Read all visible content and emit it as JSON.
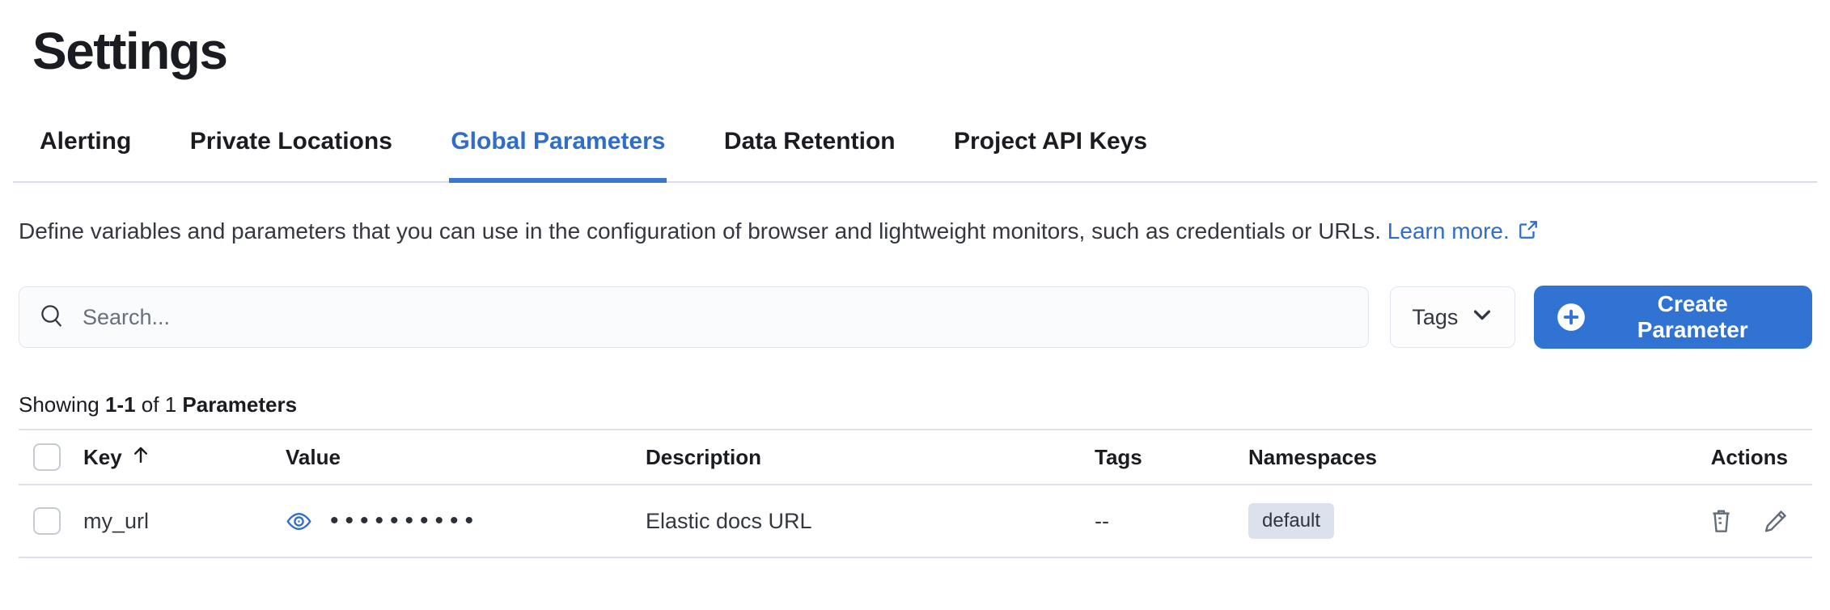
{
  "page_title": "Settings",
  "tabs": [
    {
      "label": "Alerting",
      "active": false
    },
    {
      "label": "Private Locations",
      "active": false
    },
    {
      "label": "Global Parameters",
      "active": true
    },
    {
      "label": "Data Retention",
      "active": false
    },
    {
      "label": "Project API Keys",
      "active": false
    }
  ],
  "description": {
    "text": "Define variables and parameters that you can use in the configuration of browser and lightweight monitors, such as credentials or URLs.",
    "link_label": "Learn more.",
    "link_icon": "external-link-icon"
  },
  "toolbar": {
    "search_placeholder": "Search...",
    "search_icon": "search-icon",
    "tags_button_label": "Tags",
    "tags_button_icon": "chevron-down-icon",
    "create_button_label": "Create Parameter",
    "create_button_icon": "plus-circle-icon"
  },
  "caption": {
    "prefix": "Showing",
    "range": "1-1",
    "middle": "of 1",
    "entity": "Parameters"
  },
  "table": {
    "columns": {
      "key": "Key",
      "value": "Value",
      "description": "Description",
      "tags": "Tags",
      "namespaces": "Namespaces",
      "actions": "Actions"
    },
    "sort": {
      "column": "Key",
      "direction": "ascending",
      "icon": "sort-ascending-icon"
    },
    "rows": [
      {
        "key": "my_url",
        "value_masked": "••••••••••",
        "value_reveal_icon": "eye-icon",
        "description": "Elastic docs URL",
        "tags": "--",
        "namespace": "default",
        "actions": [
          "delete",
          "edit"
        ]
      }
    ]
  },
  "colors": {
    "heading": "#1a1c21",
    "body_text": "#343741",
    "link_blue": "#2f6dc9",
    "primary_button": "#3173d3",
    "active_tab_underline": "#3b77d1",
    "divider": "#dce2ec",
    "badge_background": "#dbe2ee",
    "muted": "#69707d",
    "search_background": "#f9fbfd"
  }
}
